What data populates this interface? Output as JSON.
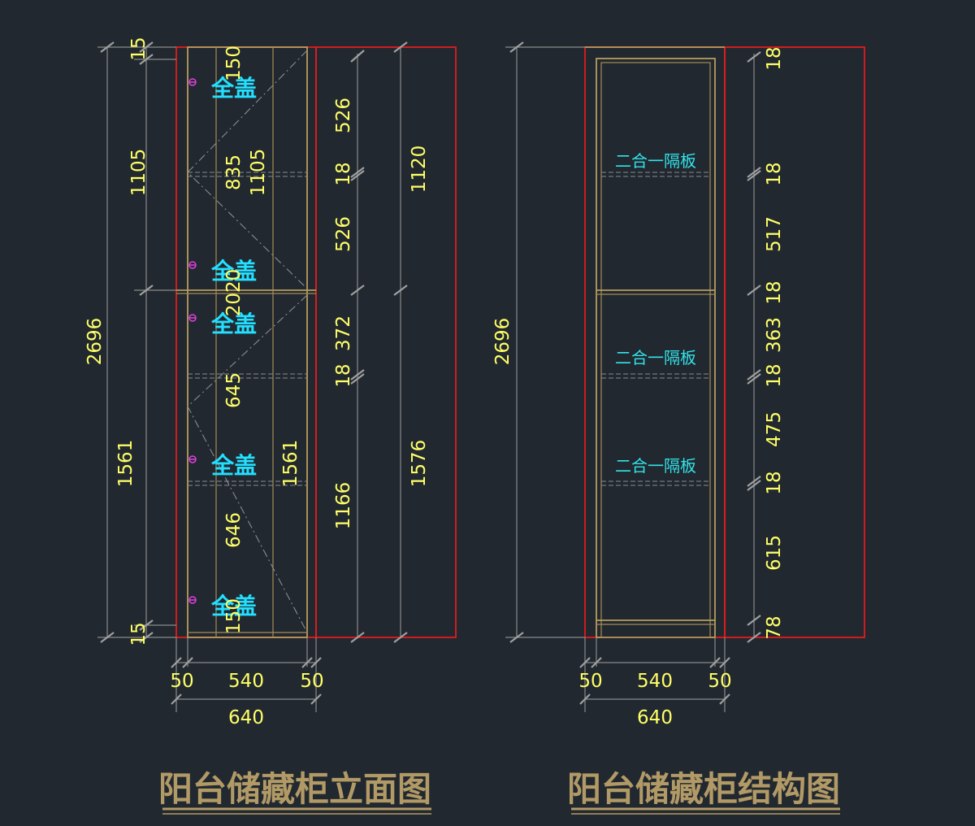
{
  "elevation": {
    "title": "阳台储藏柜立面图",
    "door_label": "全盖",
    "left_dims": [
      "15",
      "1105",
      "2696",
      "1561",
      "15"
    ],
    "inner_dims": [
      "150",
      "835",
      "1105",
      "2020",
      "645",
      "1561",
      "646",
      "150"
    ],
    "right_dims_a": [
      "526",
      "18",
      "526",
      "372",
      "18",
      "1166"
    ],
    "right_dims_b": [
      "1120",
      "1576"
    ],
    "bottom_dims": [
      "50",
      "540",
      "50",
      "640"
    ]
  },
  "structure": {
    "title": "阳台储藏柜结构图",
    "shelf_label": "二合一隔板",
    "left_dims": [
      "2696"
    ],
    "right_dims": [
      "18",
      "18",
      "517",
      "18",
      "363",
      "18",
      "475",
      "18",
      "615",
      "78"
    ],
    "bottom_dims": [
      "50",
      "540",
      "50",
      "640"
    ]
  },
  "colors": {
    "background": "#212830",
    "dimension_text": "#ffff66",
    "label_text": "#22e0ff",
    "outline_red": "#e21c1c",
    "cabinet_gold": "#b79c5e",
    "title": "#b29a66",
    "hinge": "#e040e0"
  }
}
